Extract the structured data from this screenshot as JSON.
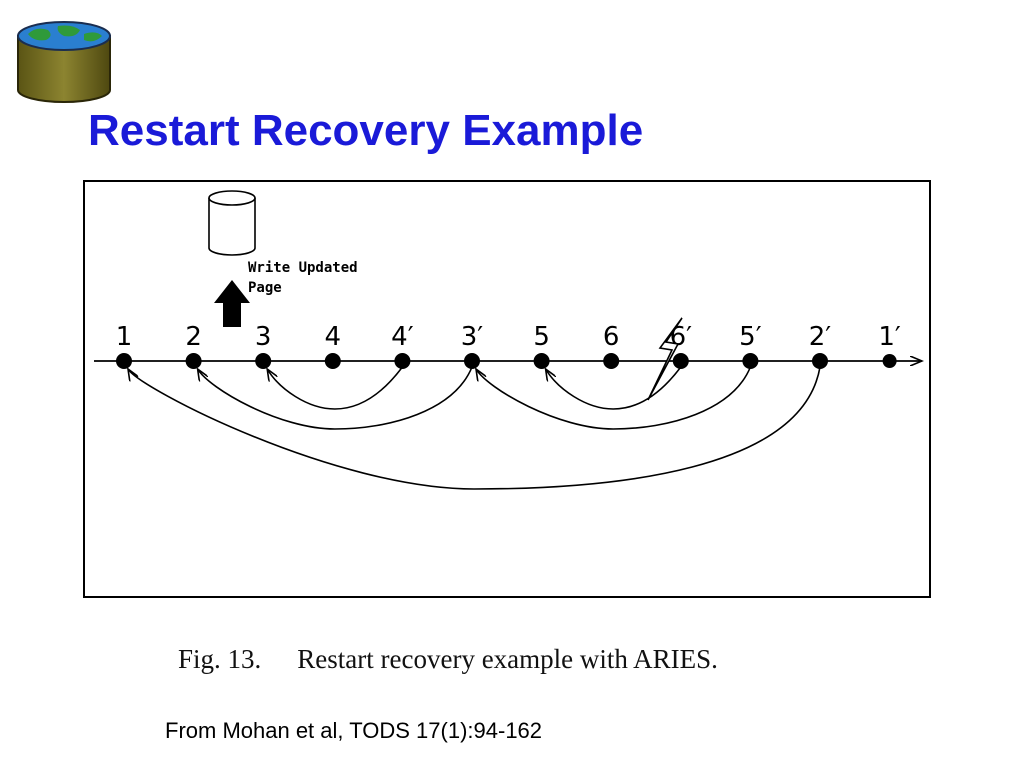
{
  "slide": {
    "title": "Restart Recovery Example",
    "source": "From Mohan et al, TODS 17(1):94-162"
  },
  "logo": {
    "icon": "globe-database-icon"
  },
  "figure": {
    "caption_number": "Fig. 13.",
    "caption_text": "Restart recovery example with ARIES.",
    "write_note": [
      "Write Updated",
      "Page"
    ],
    "timeline_labels": [
      "1",
      "2",
      "3",
      "4",
      "4′",
      "3′",
      "5",
      "6",
      "6′",
      "5′",
      "2′",
      "1′"
    ],
    "links": [
      {
        "from": "4′",
        "to": "3"
      },
      {
        "from": "3′",
        "to": "2"
      },
      {
        "from": "6′",
        "to": "5"
      },
      {
        "from": "5′",
        "to": "3′"
      },
      {
        "from": "2′",
        "to": "1"
      }
    ],
    "crash_marker": "lightning-crash-icon",
    "colors": {
      "title": "#1a1ad8",
      "ink": "#000000"
    }
  }
}
